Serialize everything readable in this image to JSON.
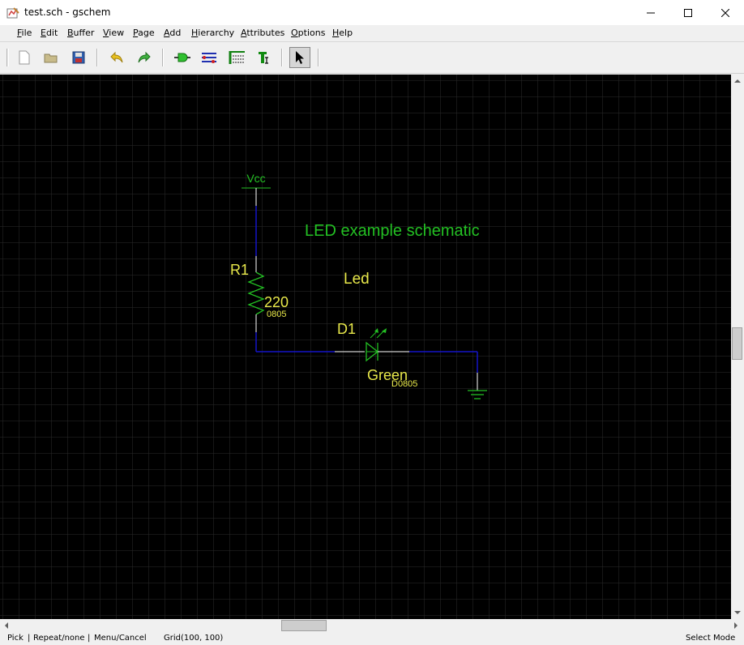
{
  "window": {
    "title": "test.sch - gschem"
  },
  "menu": [
    "File",
    "Edit",
    "Buffer",
    "View",
    "Page",
    "Add",
    "Hierarchy",
    "Attributes",
    "Options",
    "Help"
  ],
  "schematic": {
    "vcc_label": "Vcc",
    "title_text": "LED example schematic",
    "led_label": "Led",
    "r1_refdes": "R1",
    "r1_value": "220",
    "r1_footprint": "0805",
    "d1_refdes": "D1",
    "d1_value": "Green",
    "d1_footprint": "D0805"
  },
  "colors": {
    "canvas_bg": "#000000",
    "grid": "#2b2b2b",
    "net": "#1414c8",
    "component": "#23c023",
    "attribute": "#e8e84a",
    "pin": "#ffffff"
  },
  "status": {
    "pick": "Pick",
    "repeat": "Repeat/none",
    "menu_cancel": "Menu/Cancel",
    "grid": "Grid(100, 100)",
    "mode": "Select Mode"
  },
  "icons": {
    "new": "new-file-icon",
    "open": "open-folder-icon",
    "save": "save-icon",
    "undo": "undo-icon",
    "redo": "redo-icon",
    "component": "add-component-icon",
    "net": "add-net-icon",
    "bus": "add-bus-icon",
    "text": "add-text-icon",
    "select": "select-arrow-icon"
  }
}
